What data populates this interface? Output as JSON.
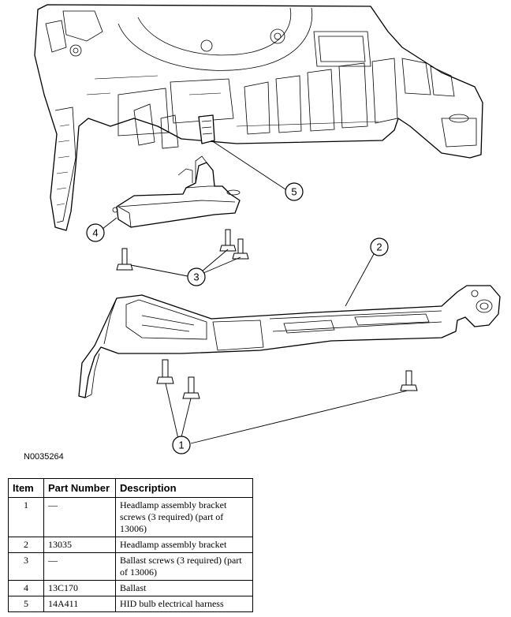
{
  "figure_id": "N0035264",
  "callouts": {
    "c1": "1",
    "c2": "2",
    "c3": "3",
    "c4": "4",
    "c5": "5"
  },
  "table": {
    "headers": [
      "Item",
      "Part Number",
      "Description"
    ],
    "rows": [
      {
        "item": "1",
        "part_number": "—",
        "description": "Headlamp assembly bracket screws (3 required) (part of 13006)"
      },
      {
        "item": "2",
        "part_number": "13035",
        "description": "Headlamp assembly bracket"
      },
      {
        "item": "3",
        "part_number": "—",
        "description": "Ballast screws (3 required) (part of 13006)"
      },
      {
        "item": "4",
        "part_number": "13C170",
        "description": "Ballast"
      },
      {
        "item": "5",
        "part_number": "14A411",
        "description": "HID bulb electrical harness"
      }
    ]
  }
}
